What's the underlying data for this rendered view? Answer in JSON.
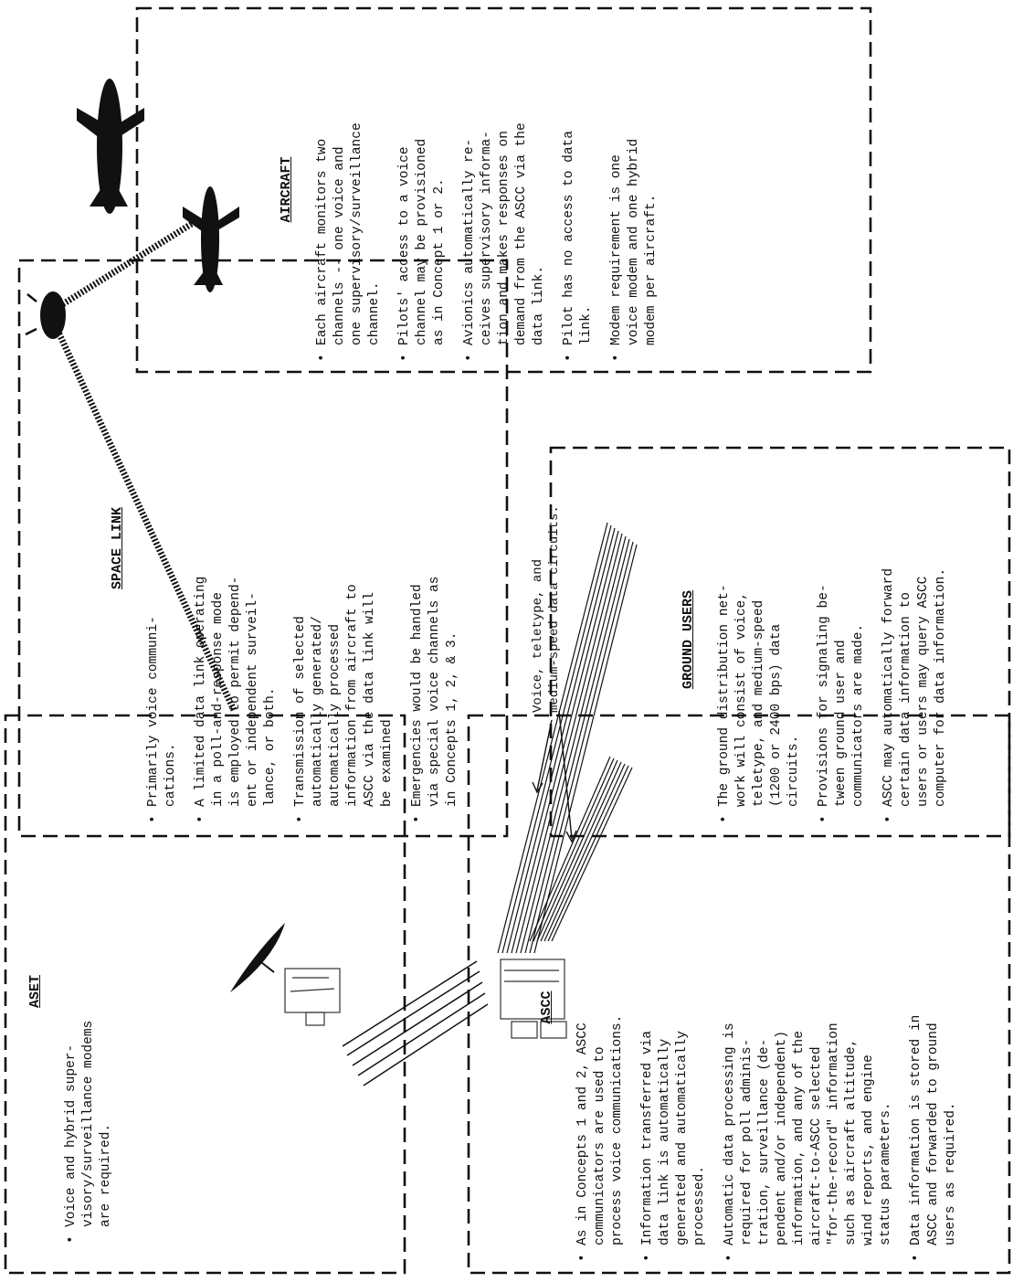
{
  "aset": {
    "title": "ASET",
    "items": [
      "Voice and hybrid super-\nvisory/surveillance modems\nare required."
    ]
  },
  "ascc": {
    "title": "ASCC",
    "items": [
      "As in Concepts 1 and 2, ASCC\ncommunicators are used to\nprocess voice communications.",
      "Information transferred via\ndata link is automatically\ngenerated and automatically\nprocessed.",
      "Automatic data processing is\nrequired for poll adminis-\ntration, surveillance (de-\npendent and/or independent)\ninformation, and any of the\naircraft-to-ASCC selected\n\"for-the-record\" information\nsuch as aircraft altitude,\nwind reports, and engine\nstatus parameters.",
      "Data information is stored in\nASCC and forwarded to ground\nusers as required."
    ]
  },
  "space_link": {
    "title": "SPACE LINK",
    "items": [
      "Primarily voice communi-\ncations.",
      "A limited data link operating\nin a poll-and-response mode\nis employed to permit depend-\nent or independent surveil-\nlance, or both.",
      "Transmission of selected\nautomatically generated/\nautomatically processed\ninformation from aircraft to\nASCC via the data link will\nbe examined.",
      "Emergencies would be handled\nvia special voice channels as\nin Concepts 1, 2, & 3."
    ]
  },
  "ground_users": {
    "title": "GROUND USERS",
    "items": [
      "The ground distribution net-\nwork will consist of voice,\nteletype, and medium-speed\n(1200 or 2400 bps) data\ncircuits.",
      "Provisions for signaling be-\ntween ground user and\ncommunicators are made.",
      "ASCC may automatically forward\ncertain data information to\nusers or users may query ASCC\ncomputer for data information."
    ]
  },
  "aircraft": {
    "title": "AIRCRAFT",
    "items": [
      "Each aircraft monitors two\nchannels -- one voice and\none supervisory/surveillance\nchannel.",
      "Pilots' access to a voice\nchannel may be provisioned\nas in Concept 1 or 2.",
      "Avionics automatically re-\nceives supervisory informa-\ntion and makes responses on\ndemand from the ASCC via the\ndata link.",
      "Pilot has no access to data\nlink.",
      "Modem requirement is one\nvoice modem and one hybrid\nmodem per aircraft."
    ]
  },
  "circuits_label": "Voice, teletype, and\nmedium-speed data circuits.",
  "icons": [
    "satellite-dish-icon",
    "satellite-icon",
    "aircraft-icon",
    "console-icon"
  ]
}
